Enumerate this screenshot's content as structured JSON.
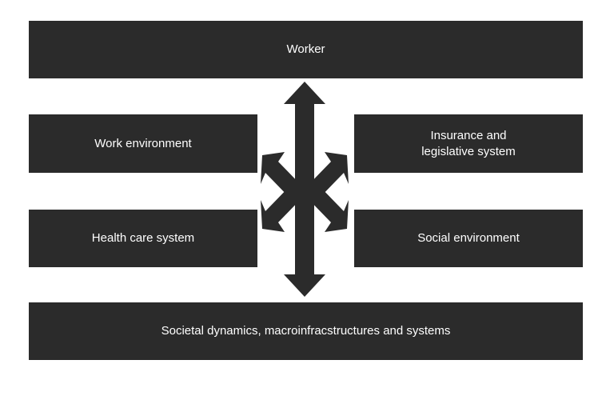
{
  "diagram": {
    "boxes": {
      "worker": "Worker",
      "work_environment": "Work environment",
      "insurance": "Insurance and\nlegislative system",
      "health_care": "Health care system",
      "social_environment": "Social environment",
      "societal": "Societal dynamics, macroinfracstructures and systems"
    },
    "colors": {
      "box_fill": "#2b2b2b",
      "box_text": "#ffffff",
      "arrow_fill": "#2b2b2b",
      "background": "#ffffff"
    },
    "arrows": {
      "center_icon": "six-way-arrow-icon",
      "directions": [
        "up",
        "down",
        "upper-left",
        "upper-right",
        "lower-left",
        "lower-right"
      ]
    }
  }
}
